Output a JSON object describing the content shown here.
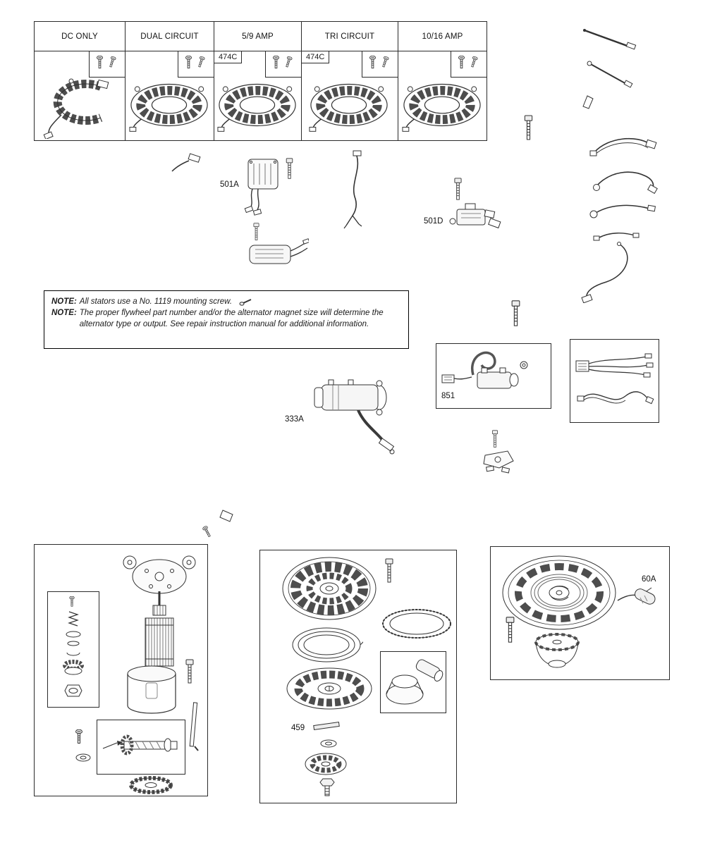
{
  "page": {
    "background": "#ffffff",
    "ink": "#1a1a1a",
    "border": "#2b2b2b"
  },
  "alternator_panels": [
    {
      "label": "DC ONLY"
    },
    {
      "label": "DUAL CIRCUIT"
    },
    {
      "label": "5/9 AMP",
      "tag": "474C"
    },
    {
      "label": "TRI CIRCUIT",
      "tag": "474C"
    },
    {
      "label": "10/16 AMP"
    }
  ],
  "labels": {
    "regulator_501A": "501A",
    "regulator_501D": "501D",
    "starter_cable": "333A",
    "stop_switch_box": "851",
    "flywheel_key": "459",
    "rewind_handle": "60A"
  },
  "notes": {
    "prefix": "NOTE:",
    "note1": "All stators use a No. 1119 mounting screw.",
    "note2": "The proper flywheel part number and/or the alternator magnet size will determine the alternator type or output. See repair instruction manual for additional information."
  }
}
